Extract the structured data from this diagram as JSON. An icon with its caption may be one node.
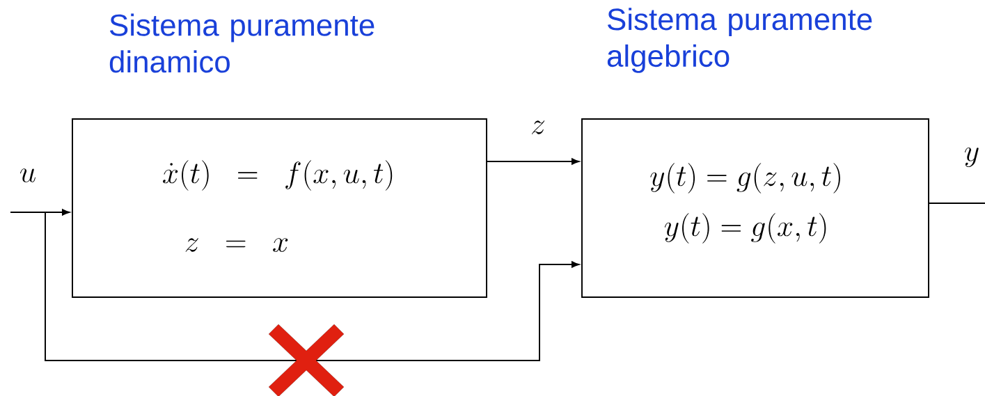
{
  "diagram": {
    "nodes": [
      {
        "text": [
          "Sistema puramente dinamico",
          "\\dot{x}(t) \\;\\;=\\;\\; f(x,u,t)",
          "z \\;\\;=\\;\\; x"
        ]
      },
      {
        "text": [
          "Sistema puramente algebrico",
          "y(t) = g(z,u,t)",
          "y(t) = g(x,t)"
        ]
      }
    ],
    "edges": [
      {
        "from": null,
        "to": 0,
        "arrow": "to",
        "label": "u"
      },
      {
        "from": null,
        "to": 1,
        "arrow": "to"
      },
      {
        "from": 0,
        "to": 1,
        "arrow": "to",
        "label": "z"
      },
      {
        "from": 1,
        "to": null,
        "arrow": "none",
        "label": "y"
      }
    ]
  }
}
